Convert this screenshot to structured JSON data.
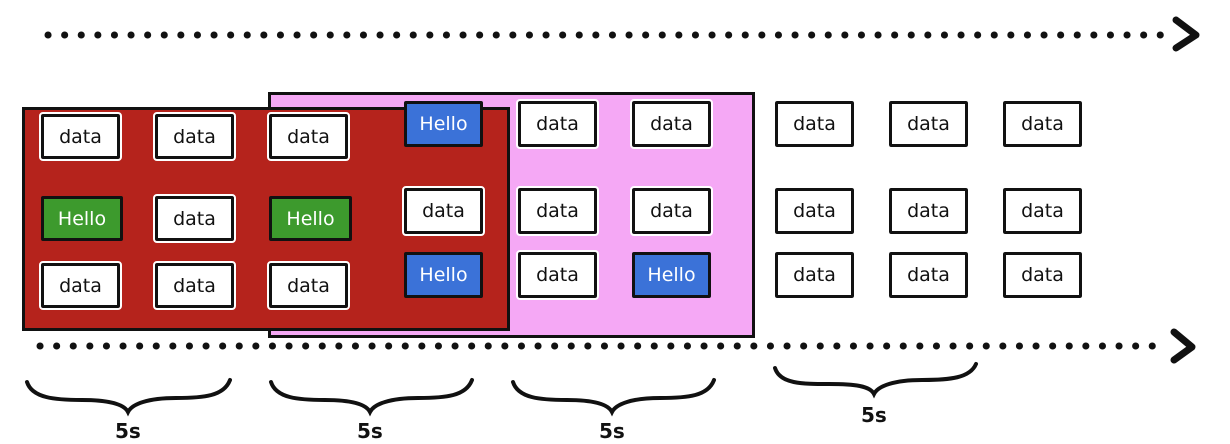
{
  "colors": {
    "window_1": "#b5231c",
    "window_2": "#f49ef4",
    "hello_green": "#3d9a2d",
    "hello_blue": "#3b72d8"
  },
  "cells": [
    {
      "text": "data",
      "kind": "data"
    },
    {
      "text": "data",
      "kind": "data"
    },
    {
      "text": "data",
      "kind": "data"
    },
    {
      "text": "Hello",
      "kind": "hello-blue"
    },
    {
      "text": "data",
      "kind": "data"
    },
    {
      "text": "data",
      "kind": "data"
    },
    {
      "text": "data",
      "kind": "data"
    },
    {
      "text": "data",
      "kind": "data"
    },
    {
      "text": "data",
      "kind": "data"
    },
    {
      "text": "Hello",
      "kind": "hello-green"
    },
    {
      "text": "data",
      "kind": "data"
    },
    {
      "text": "Hello",
      "kind": "hello-green"
    },
    {
      "text": "data",
      "kind": "data"
    },
    {
      "text": "data",
      "kind": "data"
    },
    {
      "text": "data",
      "kind": "data"
    },
    {
      "text": "data",
      "kind": "data"
    },
    {
      "text": "data",
      "kind": "data"
    },
    {
      "text": "data",
      "kind": "data"
    },
    {
      "text": "data",
      "kind": "data"
    },
    {
      "text": "data",
      "kind": "data"
    },
    {
      "text": "data",
      "kind": "data"
    },
    {
      "text": "Hello",
      "kind": "hello-blue"
    },
    {
      "text": "data",
      "kind": "data"
    },
    {
      "text": "Hello",
      "kind": "hello-blue"
    },
    {
      "text": "data",
      "kind": "data"
    },
    {
      "text": "data",
      "kind": "data"
    },
    {
      "text": "data",
      "kind": "data"
    }
  ],
  "durations": [
    "5s",
    "5s",
    "5s",
    "5s"
  ]
}
